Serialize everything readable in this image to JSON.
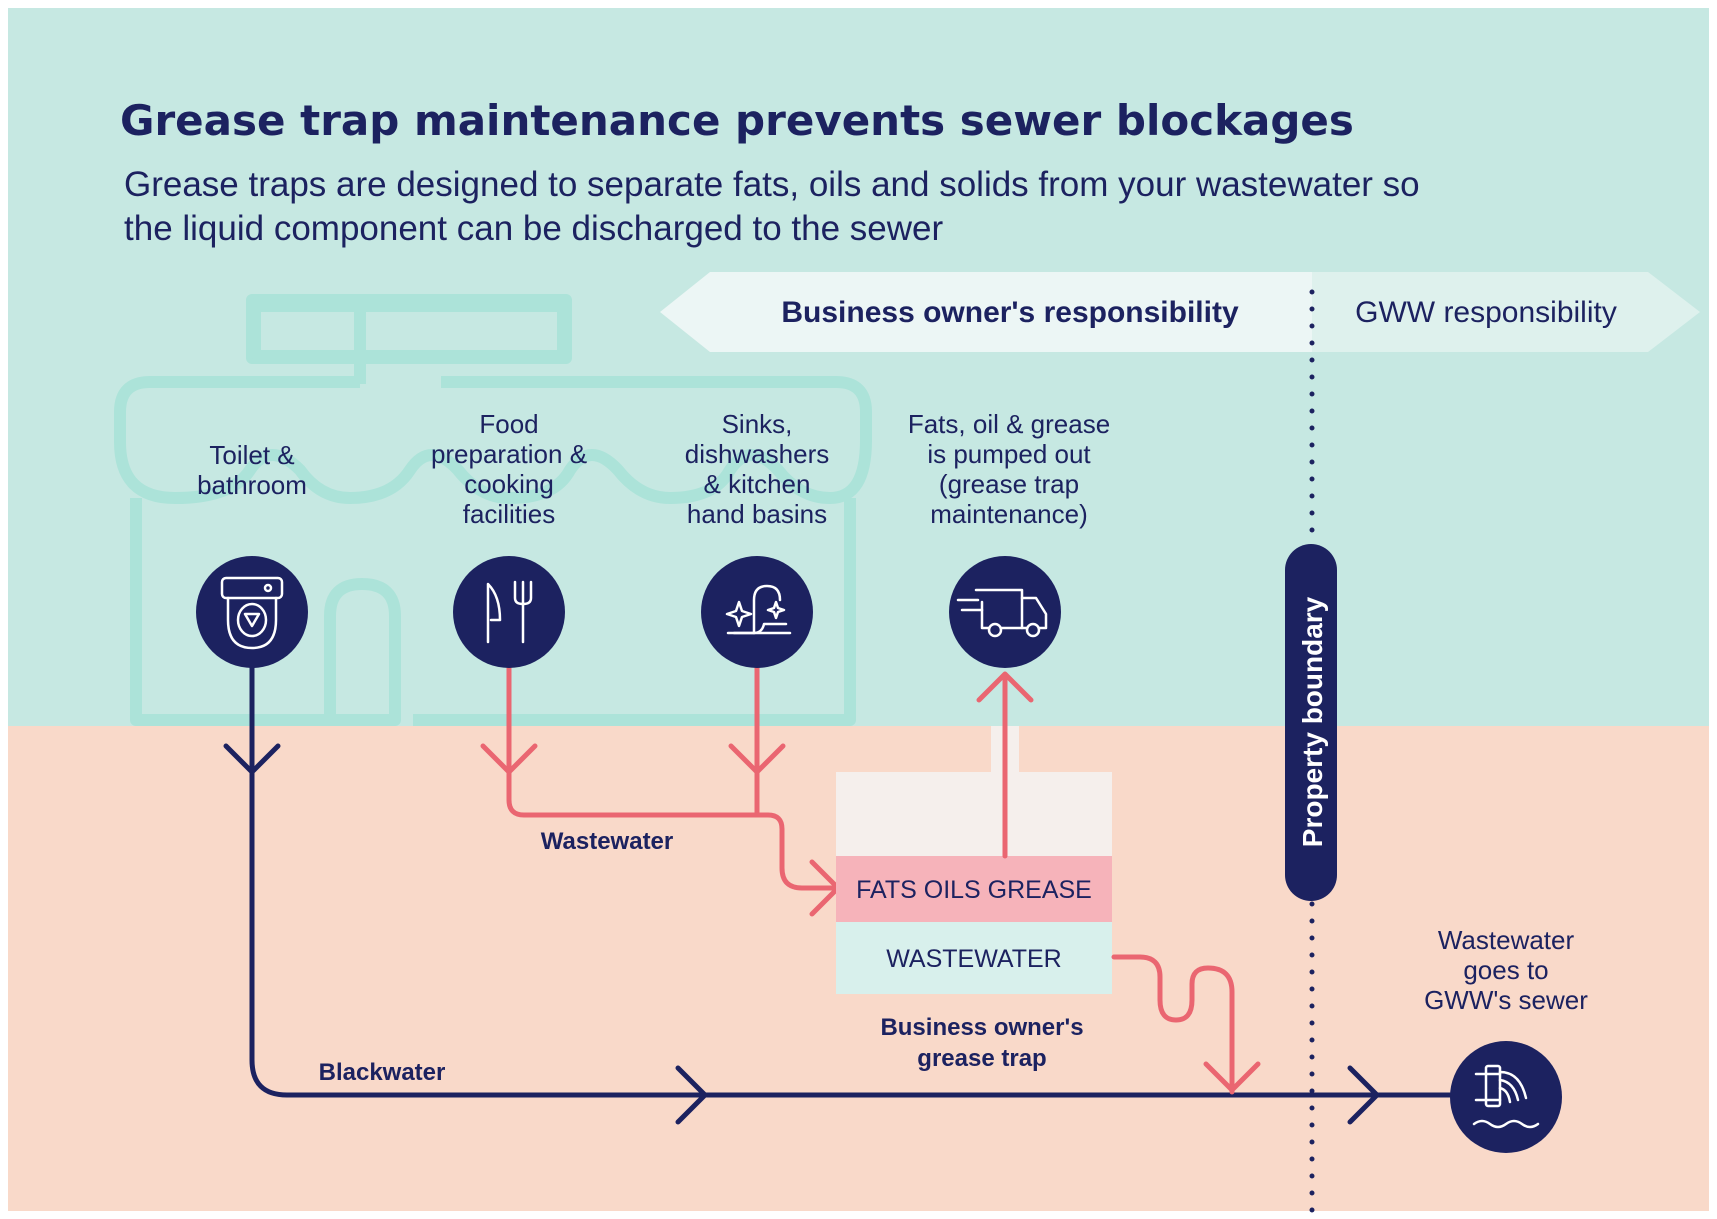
{
  "title": "Grease trap maintenance prevents sewer blockages",
  "subtitle": {
    "line1": "Grease traps are designed to separate fats, oils and solids from your wastewater so",
    "line2": "the liquid component can be discharged to the sewer"
  },
  "responsibility": {
    "owner": "Business owner's responsibility",
    "gww": "GWW responsibility"
  },
  "sources": [
    {
      "lines": [
        "Toilet &",
        "bathroom"
      ],
      "icon": "toilet-icon"
    },
    {
      "lines": [
        "Food",
        "preparation &",
        "cooking",
        "facilities"
      ],
      "icon": "cutlery-icon"
    },
    {
      "lines": [
        "Sinks,",
        "dishwashers",
        "& kitchen",
        "hand basins"
      ],
      "icon": "tap-icon"
    },
    {
      "lines": [
        "Fats, oil & grease",
        "is pumped out",
        "(grease trap",
        "maintenance)"
      ],
      "icon": "truck-icon"
    }
  ],
  "property_boundary": "Property boundary",
  "trap": {
    "top_layer": "FATS OILS GREASE",
    "bottom_layer": "WASTEWATER",
    "caption_line1": "Business owner's",
    "caption_line2": "grease trap"
  },
  "flows": {
    "wastewater": "Wastewater",
    "blackwater": "Blackwater"
  },
  "destination": {
    "lines": [
      "Wastewater",
      "goes to",
      "GWW's sewer"
    ],
    "icon": "sewer-outfall-icon"
  },
  "colors": {
    "navy": "#1c2260",
    "teal_background": "#c6e8e2",
    "peach_background": "#f9d9c9",
    "red_flow": "#ea6671",
    "fog_layer": "#f6b3ba",
    "wastewater_layer": "#d8f0ec"
  }
}
